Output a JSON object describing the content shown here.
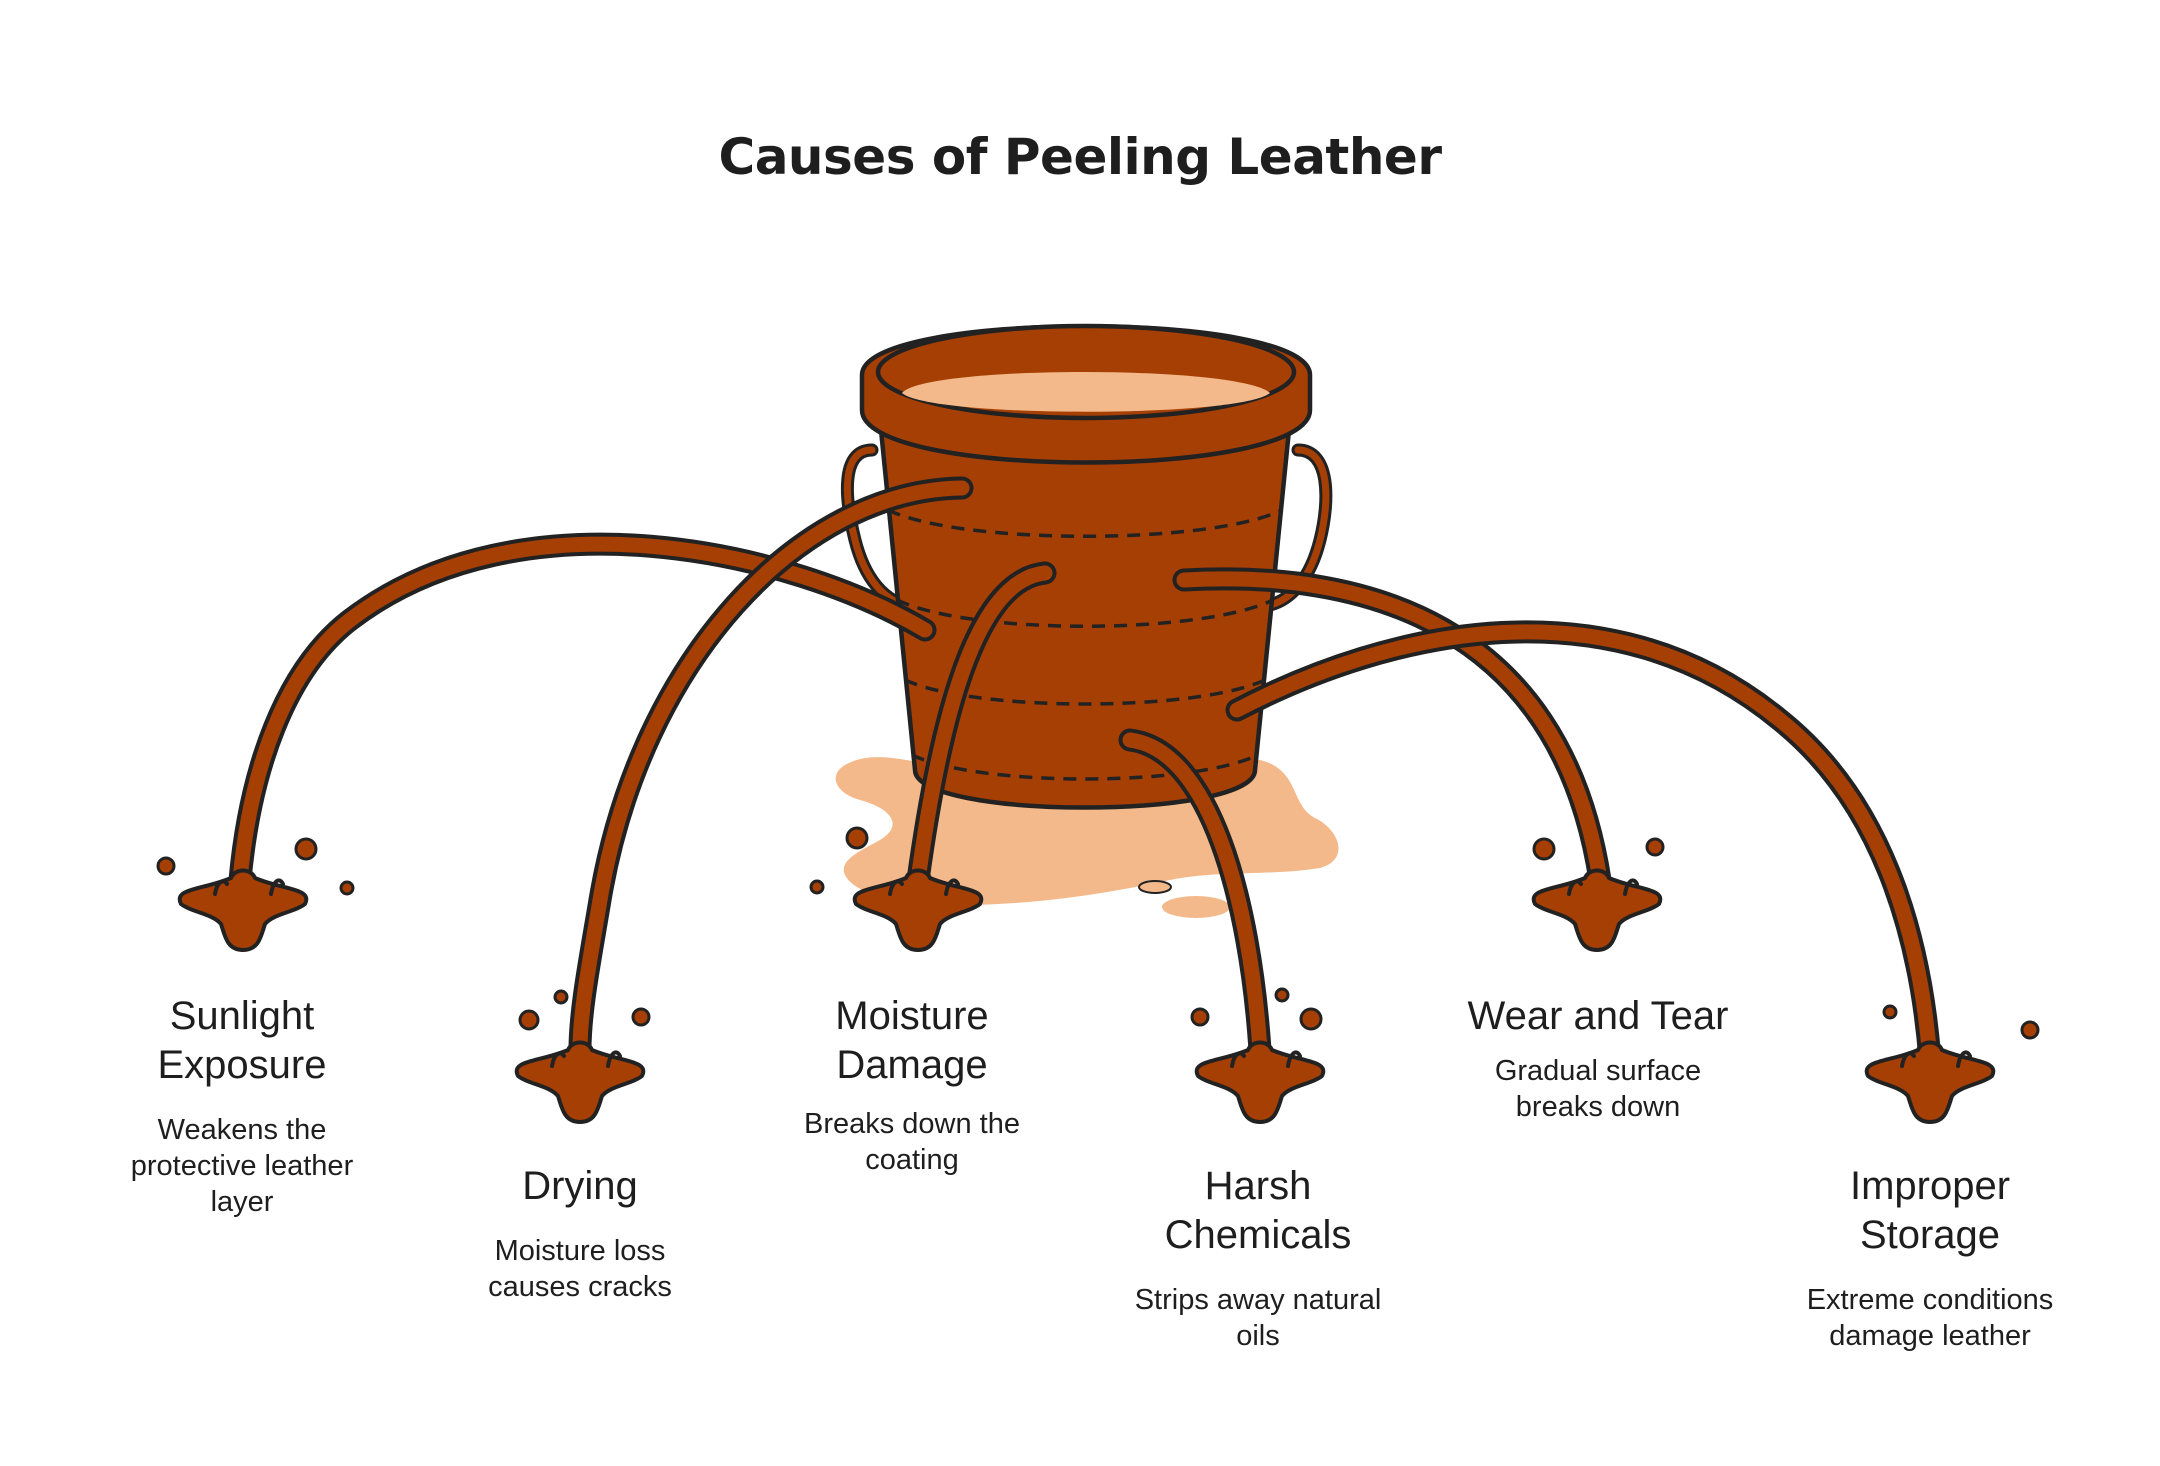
{
  "title": "Causes of Peeling Leather",
  "colors": {
    "bucket": "#a63f04",
    "outline": "#222222",
    "liquid": "#f4b98a",
    "background": "#ffffff"
  },
  "icons": [
    "bucket-icon",
    "puddle-icon",
    "splash-icon"
  ],
  "causes": [
    {
      "name": "Sunlight Exposure",
      "description": "Weakens the protective leather layer"
    },
    {
      "name": "Drying",
      "description": "Moisture loss causes cracks"
    },
    {
      "name": "Moisture Damage",
      "description": "Breaks down the coating"
    },
    {
      "name": "Harsh Chemicals",
      "description": "Strips away natural oils"
    },
    {
      "name": "Wear and Tear",
      "description": "Gradual surface breaks down"
    },
    {
      "name": "Improper Storage",
      "description": "Extreme conditions damage leather"
    }
  ]
}
